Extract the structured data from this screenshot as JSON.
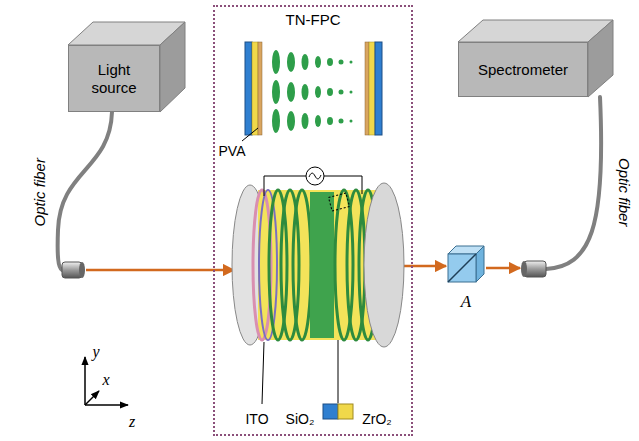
{
  "diagram": {
    "nodes": [
      {
        "text": [
          "Light source"
        ]
      },
      {
        "text": [
          "TN-FPC"
        ]
      },
      {
        "text": [
          "Spectrometer"
        ]
      }
    ],
    "labels": [
      "Optic fiber",
      "PVA",
      "ITO",
      "SiO₂",
      "ZrO₂",
      "A",
      "y",
      "x",
      "z",
      "Optic fiber"
    ]
  }
}
